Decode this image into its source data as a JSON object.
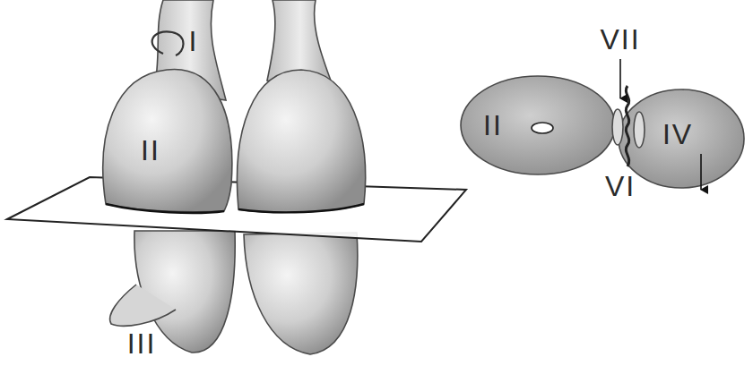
{
  "diagram": {
    "labels": [
      "I",
      "II",
      "III",
      "VII",
      "II",
      "VI",
      "IV"
    ]
  }
}
